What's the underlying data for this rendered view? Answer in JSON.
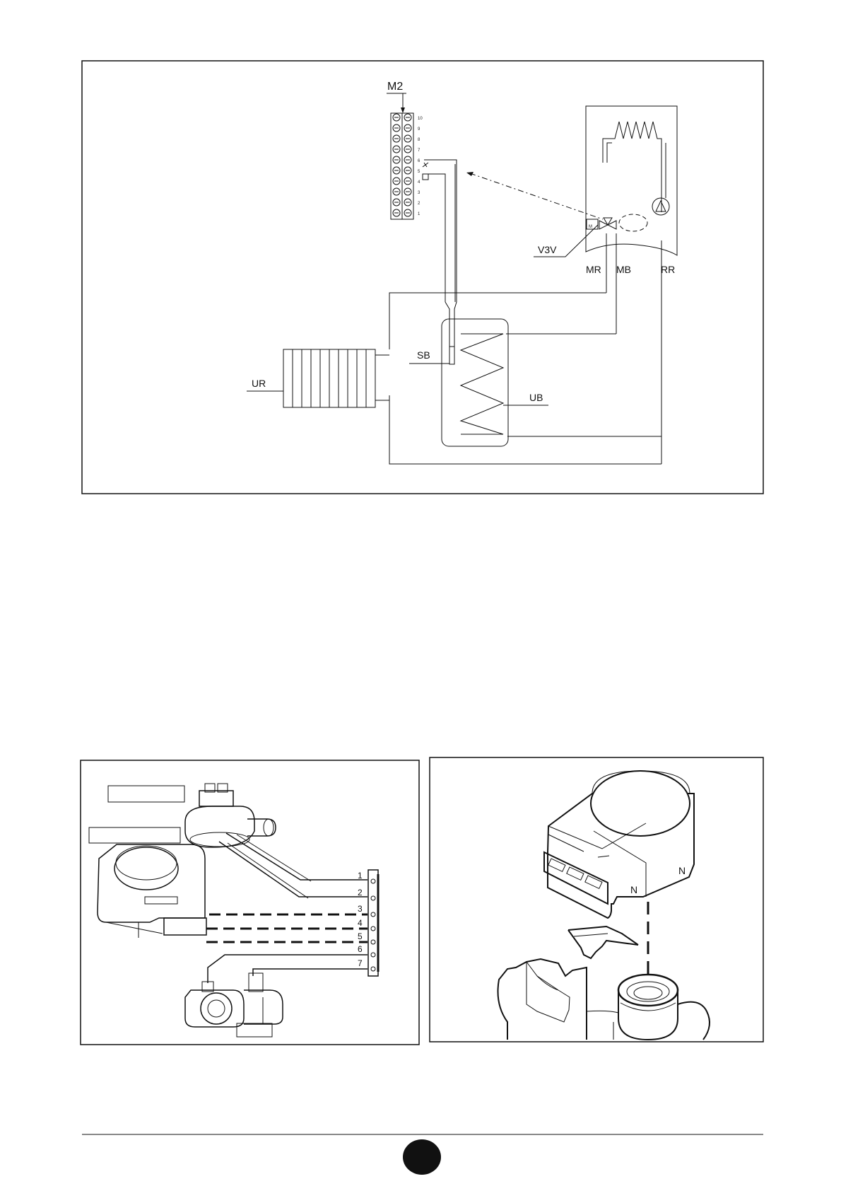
{
  "diagram_top": {
    "labels": {
      "m2": "M2",
      "v3v": "V3V",
      "mr": "MR",
      "mb": "MB",
      "rr": "RR",
      "sb": "SB",
      "ur": "UR",
      "ub": "UB",
      "motor": "M"
    },
    "terminal_numbers": [
      "10",
      "9",
      "8",
      "7",
      "6",
      "5",
      "4",
      "3",
      "2",
      "1"
    ]
  },
  "wiring_diagram": {
    "pins": [
      "1",
      "2",
      "3",
      "4",
      "5",
      "6",
      "7"
    ]
  },
  "valve_detail": {
    "clip_marks": [
      "N",
      "N"
    ]
  }
}
